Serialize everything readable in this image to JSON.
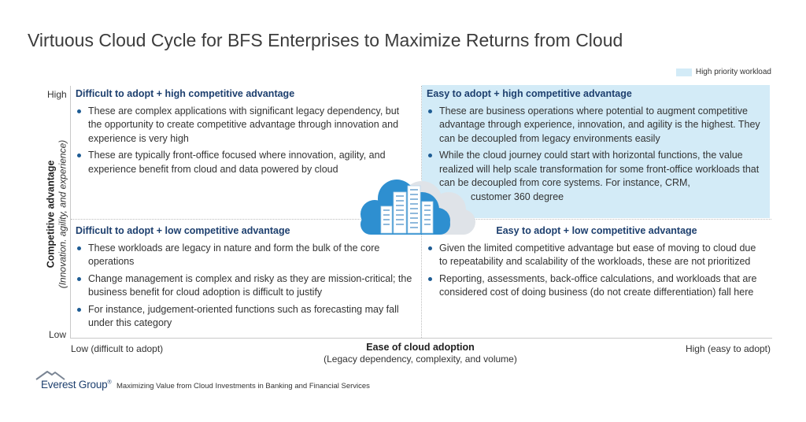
{
  "title": "Virtuous Cloud Cycle for BFS Enterprises to Maximize Returns from Cloud",
  "legend": {
    "label": "High priority workload",
    "color": "#d3ebf7"
  },
  "y_axis": {
    "label": "Competitive advantage",
    "sublabel": "(Innovation. agility, and experience)",
    "high": "High",
    "low": "Low"
  },
  "x_axis": {
    "label": "Ease of cloud adoption",
    "sublabel": "(Legacy dependency, complexity, and volume)",
    "low": "Low (difficult to adopt)",
    "high": "High (easy to adopt)"
  },
  "quadrants": {
    "top_left": {
      "title": "Difficult to adopt + high competitive advantage",
      "bullets": [
        "These are complex applications with significant legacy dependency, but the opportunity to create competitive advantage through innovation and experience is very high",
        "These are typically front-office focused where innovation, agility, and experience benefit from cloud and data powered by cloud"
      ]
    },
    "top_right": {
      "title": "Easy to adopt + high competitive advantage",
      "bullets": [
        "These are business operations where potential to augment competitive advantage through experience, innovation, and agility is the highest. They can be decoupled from legacy environments easily",
        "While the cloud journey could start with horizontal functions, the value realized will help scale transformation for some front-office workloads that can be decoupled from core systems. For instance, CRM,"
      ],
      "bullet_tail": "customer 360 degree"
    },
    "bottom_left": {
      "title": "Difficult to adopt + low competitive advantage",
      "bullets": [
        "These workloads are legacy in nature and form the bulk of the core operations",
        "Change management is complex and risky as they are mission-critical; the business benefit for cloud adoption is difficult to justify",
        "For instance, judgement-oriented functions such as forecasting may fall under this category"
      ]
    },
    "bottom_right": {
      "title": "Easy to adopt + low competitive advantage",
      "bullets": [
        "Given the limited competitive advantage but ease of moving to cloud due to repeatability and scalability of the workloads, these are not prioritized",
        "Reporting, assessments, back-office calculations, and workloads that are considered cost of doing business (do not create differentiation) fall here"
      ]
    }
  },
  "footer": {
    "logo_text": "Everest Group",
    "logo_mark": "®",
    "caption": "Maximizing Value from Cloud Investments in Banking and Financial Services"
  },
  "colors": {
    "heading": "#1d3f6e",
    "bullet": "#1d5b93",
    "cloud_front": "#2e8fd0",
    "cloud_back": "#dfe3e8"
  },
  "icons": [
    "cloud-servers-icon",
    "everest-logo-icon"
  ]
}
